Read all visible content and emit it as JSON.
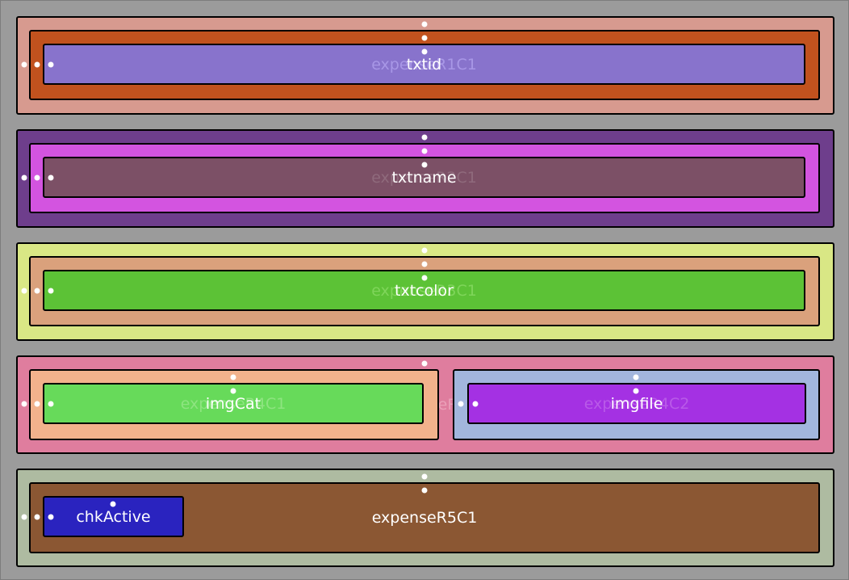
{
  "rows": [
    {
      "name": "expenseR1C1",
      "control": "txtid"
    },
    {
      "name": "expenseR2C1",
      "control": "txtname"
    },
    {
      "name": "expenseR3C1",
      "control": "txtcolor"
    },
    {
      "name": "expenseR4",
      "left_cell": {
        "name": "expenseR4C1",
        "control": "imgCat"
      },
      "right_cell": {
        "name": "expenseR4C2",
        "control": "imgfile"
      }
    },
    {
      "name": "expenseR5C1",
      "control": "chkActive"
    }
  ],
  "colors": {
    "background": "#9b9b9b",
    "r1_outer": "#d79a8f",
    "r1_inner": "#c1521e",
    "r1_control": "#8873cc",
    "r2_outer": "#6e3e8c",
    "r2_inner": "#d354e0",
    "r2_control": "#7c5066",
    "r3_outer": "#d9e785",
    "r3_inner": "#daa17c",
    "r3_control": "#5cc236",
    "r4_outer": "#df7d9e",
    "r4_left": "#f2b28c",
    "r4_left_control": "#67da5a",
    "r4_right": "#a2b6dd",
    "r4_right_control": "#a431e3",
    "r5_outer": "#aebba1",
    "r5_inner": "#8b5733",
    "r5_control": "#2a23bf"
  }
}
